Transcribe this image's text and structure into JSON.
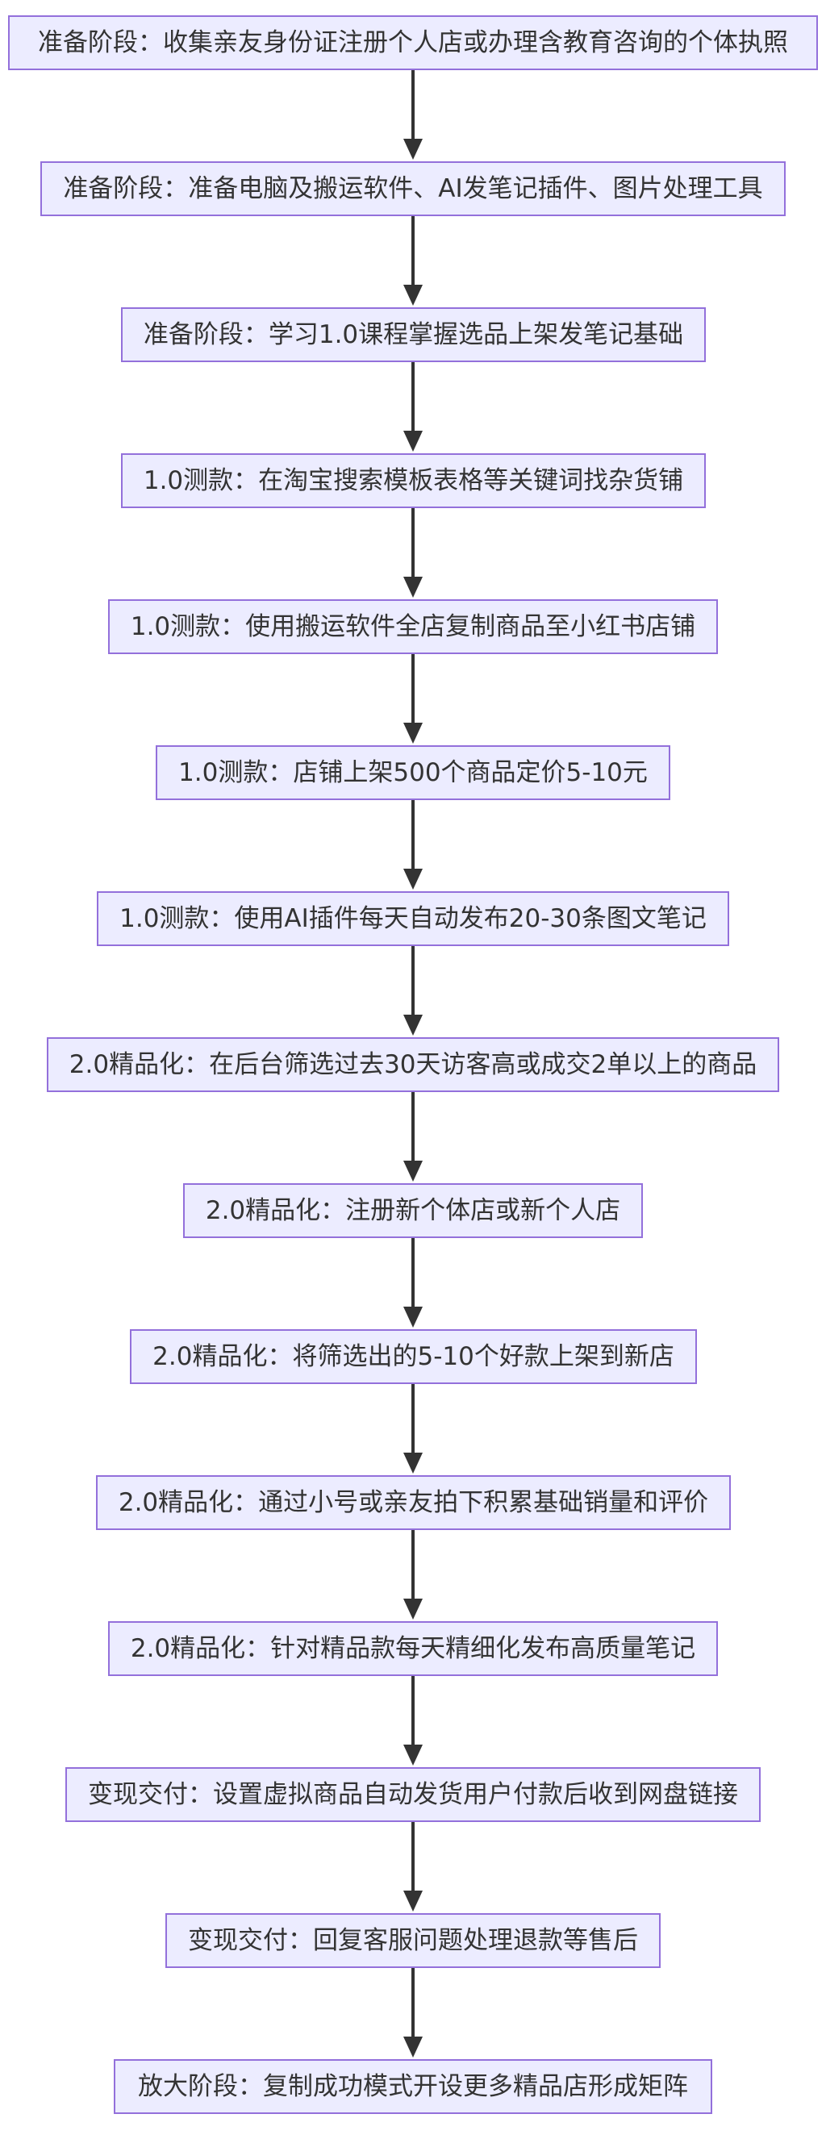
{
  "diagram": {
    "nodes": [
      {
        "id": "n1",
        "label": "准备阶段：收集亲友身份证注册个人店或办理含教育咨询的个体执照"
      },
      {
        "id": "n2",
        "label": "准备阶段：准备电脑及搬运软件、AI发笔记插件、图片处理工具"
      },
      {
        "id": "n3",
        "label": "准备阶段：学习1.0课程掌握选品上架发笔记基础"
      },
      {
        "id": "n4",
        "label": "1.0测款：在淘宝搜索模板表格等关键词找杂货铺"
      },
      {
        "id": "n5",
        "label": "1.0测款：使用搬运软件全店复制商品至小红书店铺"
      },
      {
        "id": "n6",
        "label": "1.0测款：店铺上架500个商品定价5-10元"
      },
      {
        "id": "n7",
        "label": "1.0测款：使用AI插件每天自动发布20-30条图文笔记"
      },
      {
        "id": "n8",
        "label": "2.0精品化：在后台筛选过去30天访客高或成交2单以上的商品"
      },
      {
        "id": "n9",
        "label": "2.0精品化：注册新个体店或新个人店"
      },
      {
        "id": "n10",
        "label": "2.0精品化：将筛选出的5-10个好款上架到新店"
      },
      {
        "id": "n11",
        "label": "2.0精品化：通过小号或亲友拍下积累基础销量和评价"
      },
      {
        "id": "n12",
        "label": "2.0精品化：针对精品款每天精细化发布高质量笔记"
      },
      {
        "id": "n13",
        "label": "变现交付：设置虚拟商品自动发货用户付款后收到网盘链接"
      },
      {
        "id": "n14",
        "label": "变现交付：回复客服问题处理退款等售后"
      },
      {
        "id": "n15",
        "label": "放大阶段：复制成功模式开设更多精品店形成矩阵"
      }
    ],
    "edges": [
      [
        "n1",
        "n2"
      ],
      [
        "n2",
        "n3"
      ],
      [
        "n3",
        "n4"
      ],
      [
        "n4",
        "n5"
      ],
      [
        "n5",
        "n6"
      ],
      [
        "n6",
        "n7"
      ],
      [
        "n7",
        "n8"
      ],
      [
        "n8",
        "n9"
      ],
      [
        "n9",
        "n10"
      ],
      [
        "n10",
        "n11"
      ],
      [
        "n11",
        "n12"
      ],
      [
        "n12",
        "n13"
      ],
      [
        "n13",
        "n14"
      ],
      [
        "n14",
        "n15"
      ]
    ],
    "colors": {
      "node_fill": "#ececff",
      "node_border": "#9370db",
      "text": "#333333",
      "edge": "#333333"
    }
  }
}
